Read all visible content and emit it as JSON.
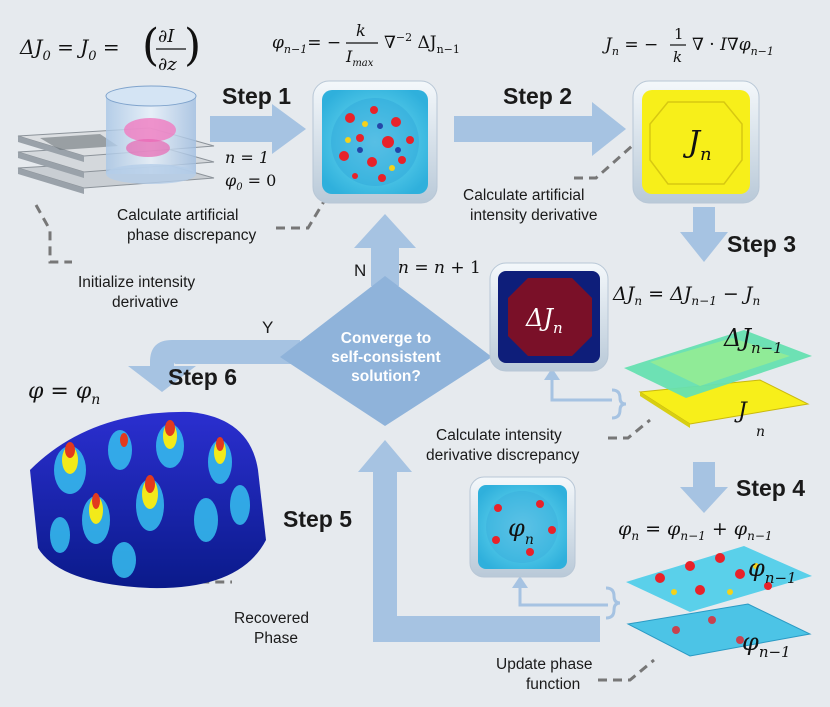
{
  "steps": {
    "s1": "Step 1",
    "s2": "Step 2",
    "s3": "Step 3",
    "s4": "Step 4",
    "s5": "Step 5",
    "s6": "Step 6"
  },
  "captions": {
    "init_line1": "Initialize intensity",
    "init_line2": "derivative",
    "phase_disc_line1": "Calculate artificial",
    "phase_disc_line2": "phase discrepancy",
    "art_int_line1": "Calculate artificial",
    "art_int_line2": "intensity derivative",
    "int_disc_line1": "Calculate intensity",
    "int_disc_line2": "derivative discrepancy",
    "recovered_line1": "Recovered",
    "recovered_line2": "Phase",
    "update_line1": "Update phase",
    "update_line2": "function"
  },
  "decision": {
    "line1": "Converge to",
    "line2": "self-consistent",
    "line3": "solution?",
    "no": "N",
    "yes": "Y"
  },
  "equations": {
    "init": "ΔJ₀ = J₀ = (∂I/∂z)",
    "phi_update": "φₙ₋₁ = −(k/I_max) ∇⁻² ΔJₙ₋₁",
    "jn": "Jₙ = −(1/k) ∇ · I∇φₙ₋₁",
    "n_init": "n = 1",
    "phi0": "φ₀ = 0",
    "n_inc": "n = n + 1",
    "delta_jn": "ΔJₙ = ΔJₙ₋₁ − Jₙ",
    "phin": "φₙ = φₙ₋₁ + φₙ₋₁",
    "final": "φ = φₙ"
  },
  "image_labels": {
    "jn_box": "Jn",
    "delta_box": "ΔJn",
    "phi_box": "φn",
    "stack_delta": "ΔJn−1",
    "stack_j": "Jn",
    "stack_phi": "φn−1",
    "stack_varphi": "φn−1"
  },
  "colors": {
    "background": "#e6eaee",
    "arrow": "#a6c3e2",
    "decision": "#8fb3da",
    "yellow": "#f7ef1a",
    "navy": "#0e1e7a"
  }
}
